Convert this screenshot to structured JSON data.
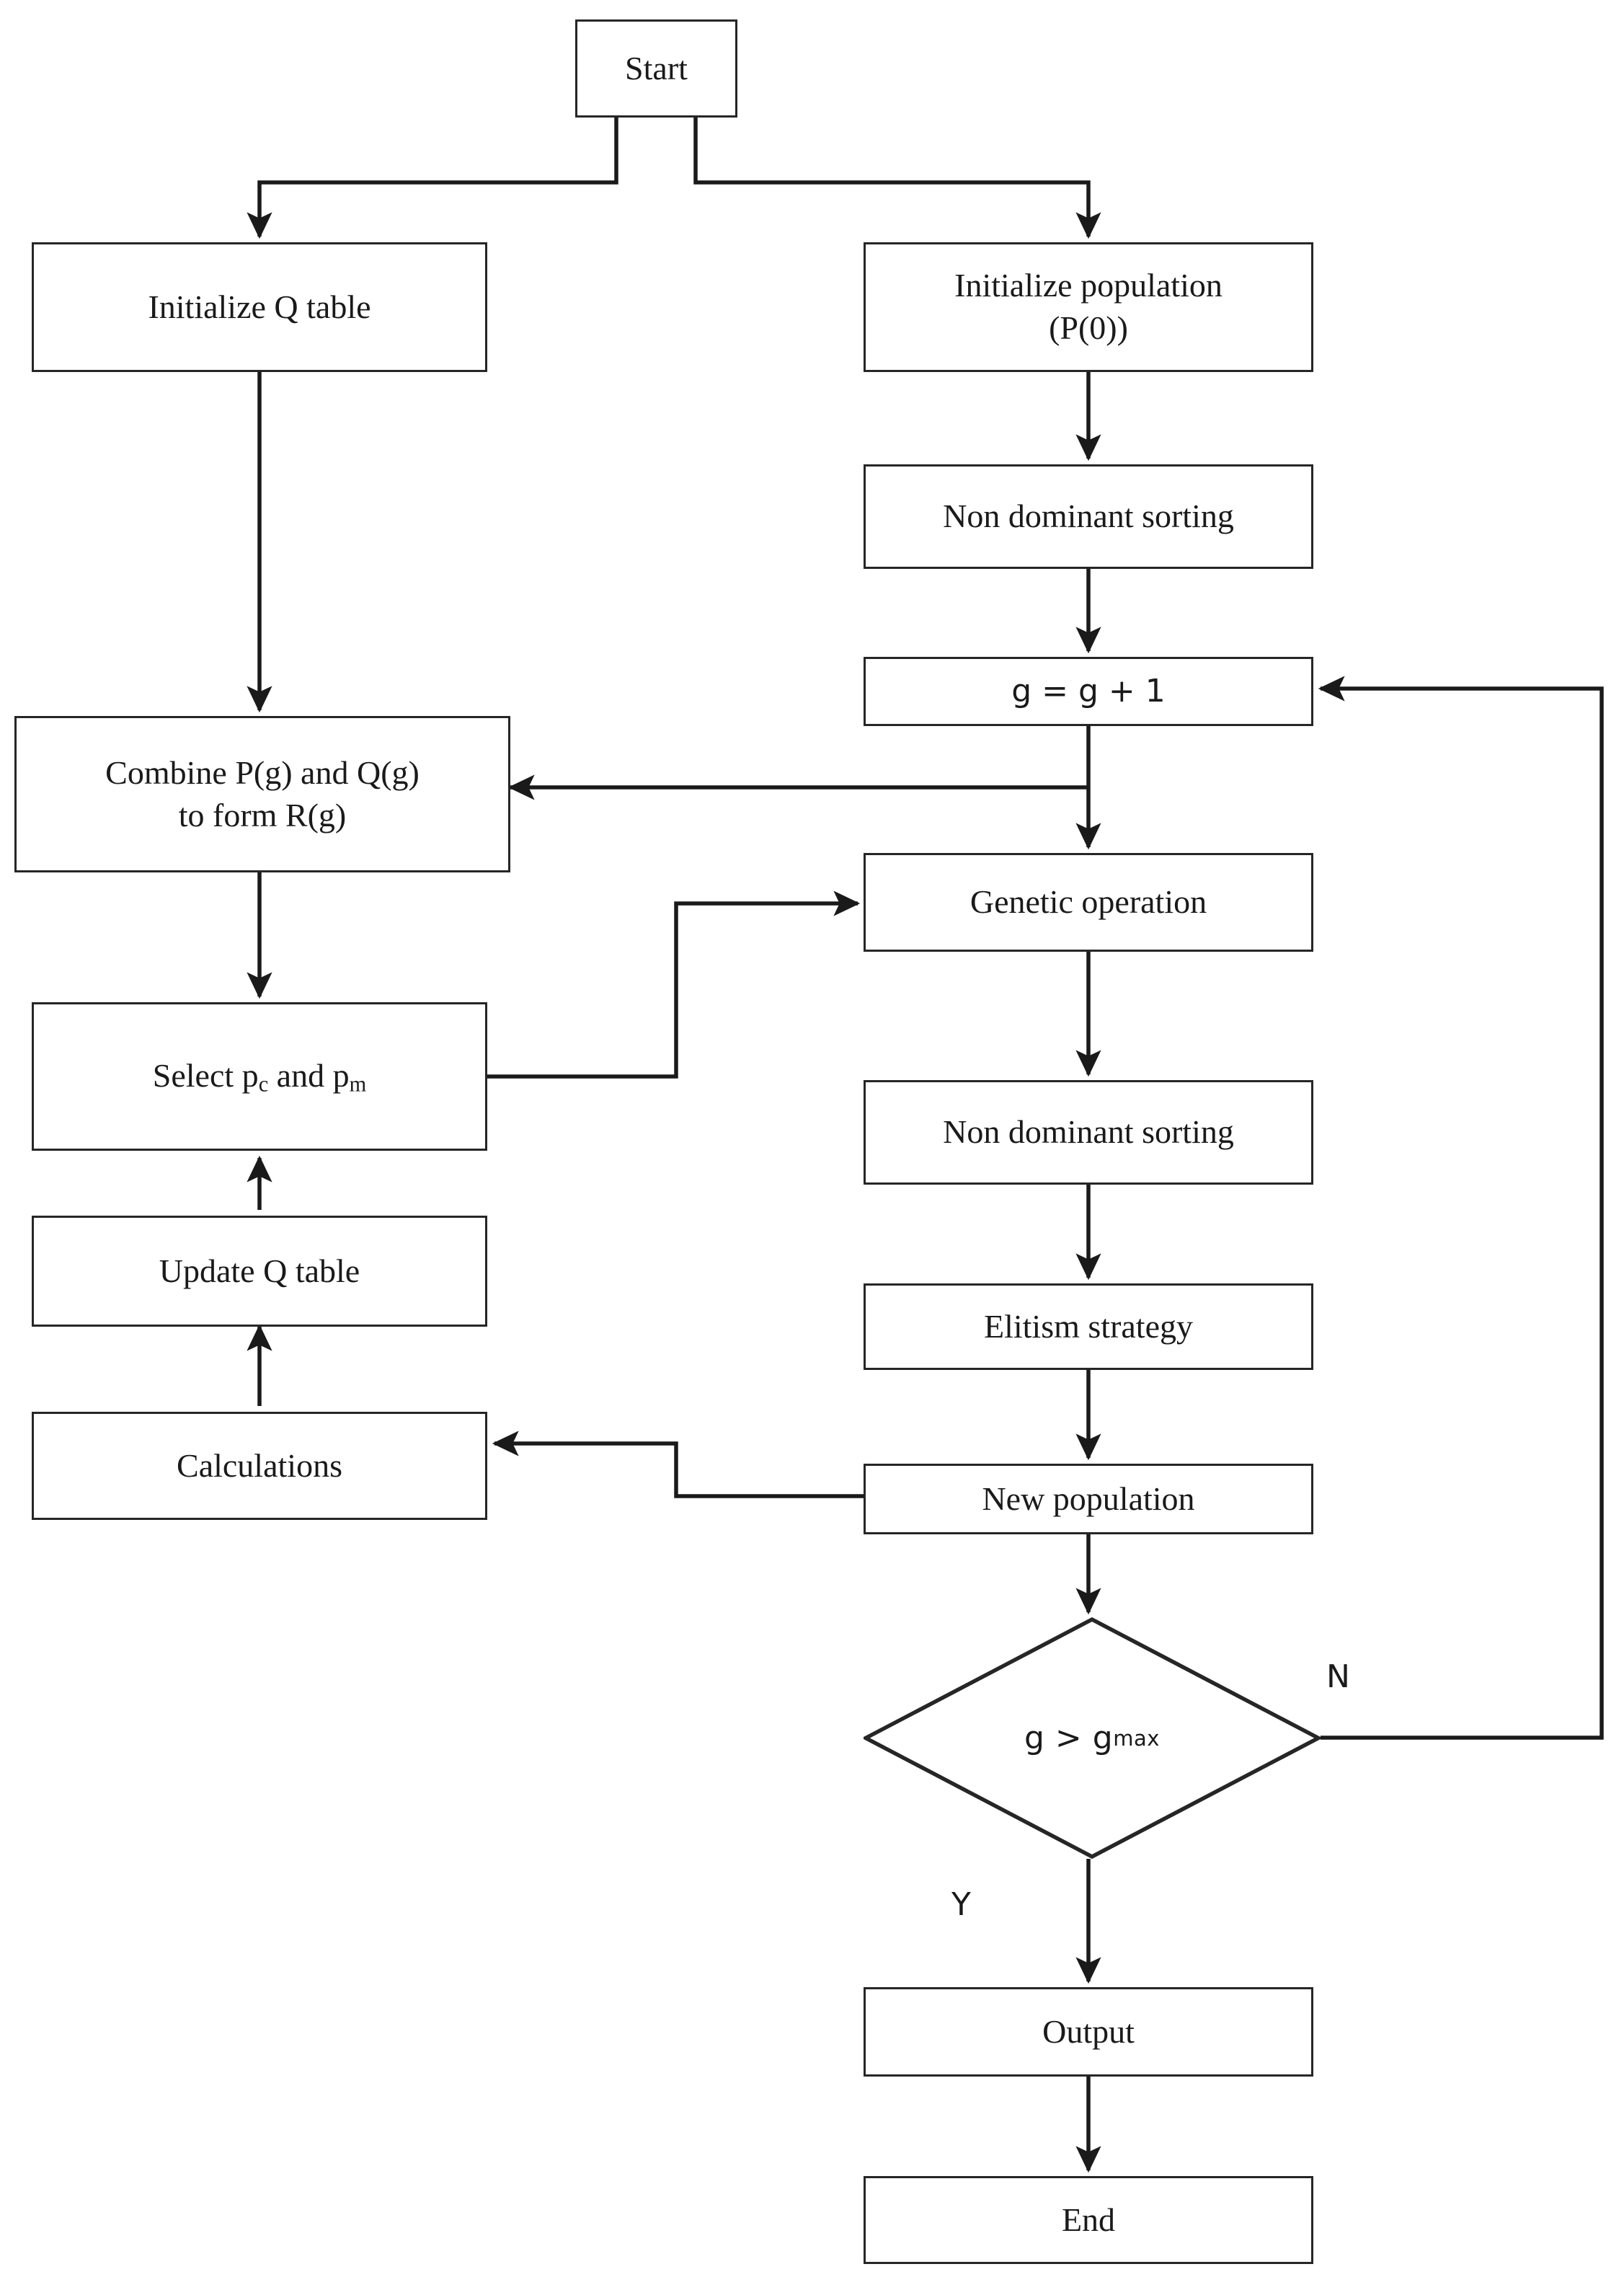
{
  "diagram": {
    "title": "Q-learning assisted NSGA-II flowchart",
    "stroke_color": "#262626",
    "background_color": "#ffffff",
    "nodes": {
      "start": {
        "label": "Start",
        "shape": "rectangle"
      },
      "init_q_table": {
        "label": "Initialize Q table",
        "shape": "rectangle"
      },
      "init_population": {
        "label": "Initialize population\n(P(0))",
        "shape": "rectangle"
      },
      "non_dominant_sorting_1": {
        "label": "Non dominant sorting",
        "shape": "rectangle"
      },
      "generation_increment": {
        "label": "g = g + 1",
        "shape": "rectangle"
      },
      "combine": {
        "label": "Combine P(g) and Q(g)\nto form R(g)",
        "shape": "rectangle"
      },
      "genetic_operation": {
        "label": "Genetic operation",
        "shape": "rectangle"
      },
      "select_probabilities": {
        "label": "Select pc and pm",
        "prefix": "Select p",
        "sub1": "c",
        "middle": " and p",
        "sub2": "m",
        "shape": "rectangle"
      },
      "non_dominant_sorting_2": {
        "label": "Non dominant sorting",
        "shape": "rectangle"
      },
      "update_q_table": {
        "label": "Update Q table",
        "shape": "rectangle"
      },
      "elitism_strategy": {
        "label": "Elitism strategy",
        "shape": "rectangle"
      },
      "calculations": {
        "label": "Calculations",
        "shape": "rectangle"
      },
      "new_population": {
        "label": "New population",
        "shape": "rectangle"
      },
      "decision": {
        "label": "g > gmax",
        "prefix": "g > g",
        "sub": "max",
        "shape": "diamond"
      },
      "output": {
        "label": "Output",
        "shape": "rectangle"
      },
      "end": {
        "label": "End",
        "shape": "rectangle"
      }
    },
    "branch_labels": {
      "no": "N",
      "yes": "Y"
    },
    "edges": [
      {
        "from": "start",
        "to": "init_q_table",
        "label": ""
      },
      {
        "from": "start",
        "to": "init_population",
        "label": ""
      },
      {
        "from": "init_q_table",
        "to": "combine",
        "label": ""
      },
      {
        "from": "init_population",
        "to": "non_dominant_sorting_1",
        "label": ""
      },
      {
        "from": "non_dominant_sorting_1",
        "to": "generation_increment",
        "label": ""
      },
      {
        "from": "generation_increment",
        "to": "combine",
        "label": ""
      },
      {
        "from": "generation_increment",
        "to": "genetic_operation",
        "label": ""
      },
      {
        "from": "combine",
        "to": "select_probabilities",
        "label": ""
      },
      {
        "from": "select_probabilities",
        "to": "genetic_operation",
        "label": ""
      },
      {
        "from": "genetic_operation",
        "to": "non_dominant_sorting_2",
        "label": ""
      },
      {
        "from": "non_dominant_sorting_2",
        "to": "elitism_strategy",
        "label": ""
      },
      {
        "from": "elitism_strategy",
        "to": "new_population",
        "label": ""
      },
      {
        "from": "new_population",
        "to": "calculations",
        "label": ""
      },
      {
        "from": "calculations",
        "to": "update_q_table",
        "label": ""
      },
      {
        "from": "update_q_table",
        "to": "select_probabilities",
        "label": ""
      },
      {
        "from": "new_population",
        "to": "decision",
        "label": ""
      },
      {
        "from": "decision",
        "to": "generation_increment",
        "label": "N"
      },
      {
        "from": "decision",
        "to": "output",
        "label": "Y"
      },
      {
        "from": "output",
        "to": "end",
        "label": ""
      }
    ]
  }
}
